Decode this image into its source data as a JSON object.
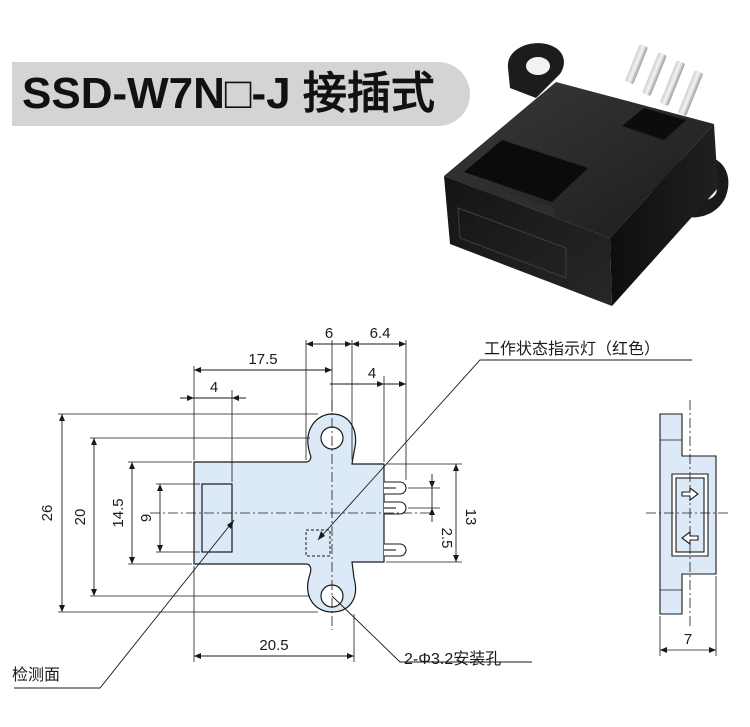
{
  "title": "SSD-W7N□-J 接插式",
  "dimensions": {
    "d6": "6",
    "d6_4": "6.4",
    "d17_5": "17.5",
    "d4_top": "4",
    "d4_right": "4",
    "d26": "26",
    "d20": "20",
    "d14_5": "14.5",
    "d9": "9",
    "d13": "13",
    "d2_5": "2.5",
    "d20_5": "20.5",
    "d7": "7"
  },
  "callouts": {
    "indicator": "工作状态指示灯（红色）",
    "mount_holes": "2-Φ3.2安装孔",
    "detect_face": "检测面"
  },
  "colors": {
    "body_fill": "#dce9f6",
    "line": "#1a1a1a",
    "title_bg": "#d4d4d4"
  }
}
